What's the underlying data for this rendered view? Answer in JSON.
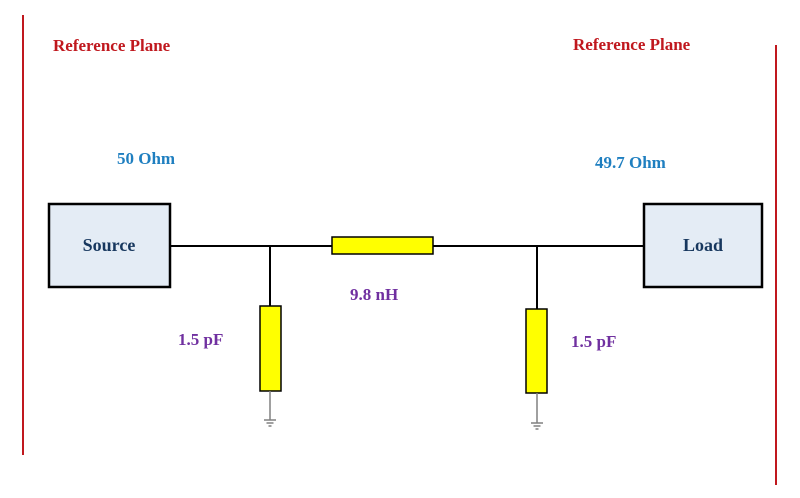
{
  "reference_planes": {
    "left_label": "Reference Plane",
    "right_label": "Reference Plane"
  },
  "source": {
    "label": "Source",
    "impedance": "50 Ohm"
  },
  "load": {
    "label": "Load",
    "impedance": "49.7 Ohm"
  },
  "components": {
    "left_capacitor": "1.5 pF",
    "series_inductor": "9.8 nH",
    "right_capacitor": "1.5 pF"
  },
  "colors": {
    "reference_plane": "#c0181e",
    "impedance_text": "#1f7fc0",
    "value_text": "#7030a0",
    "component_fill": "#ffff00",
    "box_fill": "#e4ecf5",
    "wire": "#000000",
    "ground": "#808080"
  }
}
